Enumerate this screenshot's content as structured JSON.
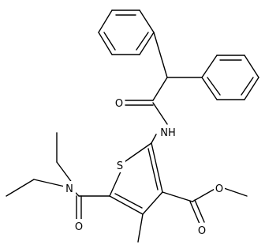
{
  "molecule": {
    "atoms": {
      "oxygen_amide": "O",
      "nh": "NH",
      "sulfur": "S",
      "nitrogen_diethyl": "N",
      "oxygen_diethylamide": "O",
      "methyl": "",
      "oxygen_ester_carbonyl": "O",
      "oxygen_ester_ether": "O"
    }
  }
}
